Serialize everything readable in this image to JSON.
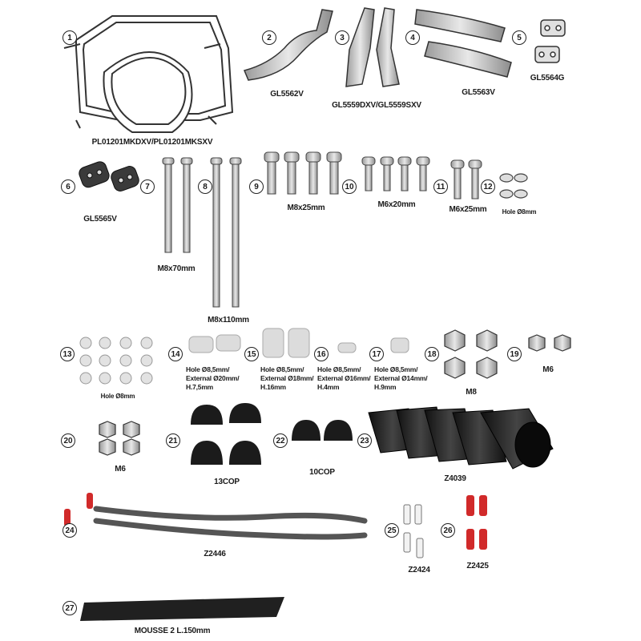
{
  "numbers": [
    "1",
    "2",
    "3",
    "4",
    "5",
    "6",
    "7",
    "8",
    "9",
    "10",
    "11",
    "12",
    "13",
    "14",
    "15",
    "16",
    "17",
    "18",
    "19",
    "20",
    "21",
    "22",
    "23",
    "24",
    "25",
    "26",
    "27"
  ],
  "labels": {
    "p1": "PL01201MKDXV/PL01201MKSXV",
    "p2": "GL5562V",
    "p3": "GL5559DXV/GL5559SXV",
    "p4": "GL5563V",
    "p5": "GL5564G",
    "p67": "GL5565V",
    "p8a": "M8x70mm",
    "p8b": "M8x110mm",
    "p9": "M8x25mm",
    "p10": "M6x20mm",
    "p11": "M6x25mm",
    "p12": "Hole Ø8mm",
    "p13": "Hole Ø8mm",
    "p14": "Hole Ø8,5mm/\nExternal Ø20mm/\nH.7,5mm",
    "p15": "Hole Ø8,5mm/\nExternal Ø18mm/\nH.16mm",
    "p16": "Hole Ø8,5mm/\nExternal Ø16mm/\nH.4mm",
    "p17": "Hole Ø8,5mm/\nExternal Ø14mm/\nH.9mm",
    "p18": "M8",
    "p19": "M6",
    "p20": "M6",
    "p21": "13COP",
    "p22": "10COP",
    "p23": "Z4039",
    "p24": "Z2446",
    "p25": "Z2424",
    "p26": "Z2425",
    "p27": "MOUSSE 2 L.150mm"
  }
}
